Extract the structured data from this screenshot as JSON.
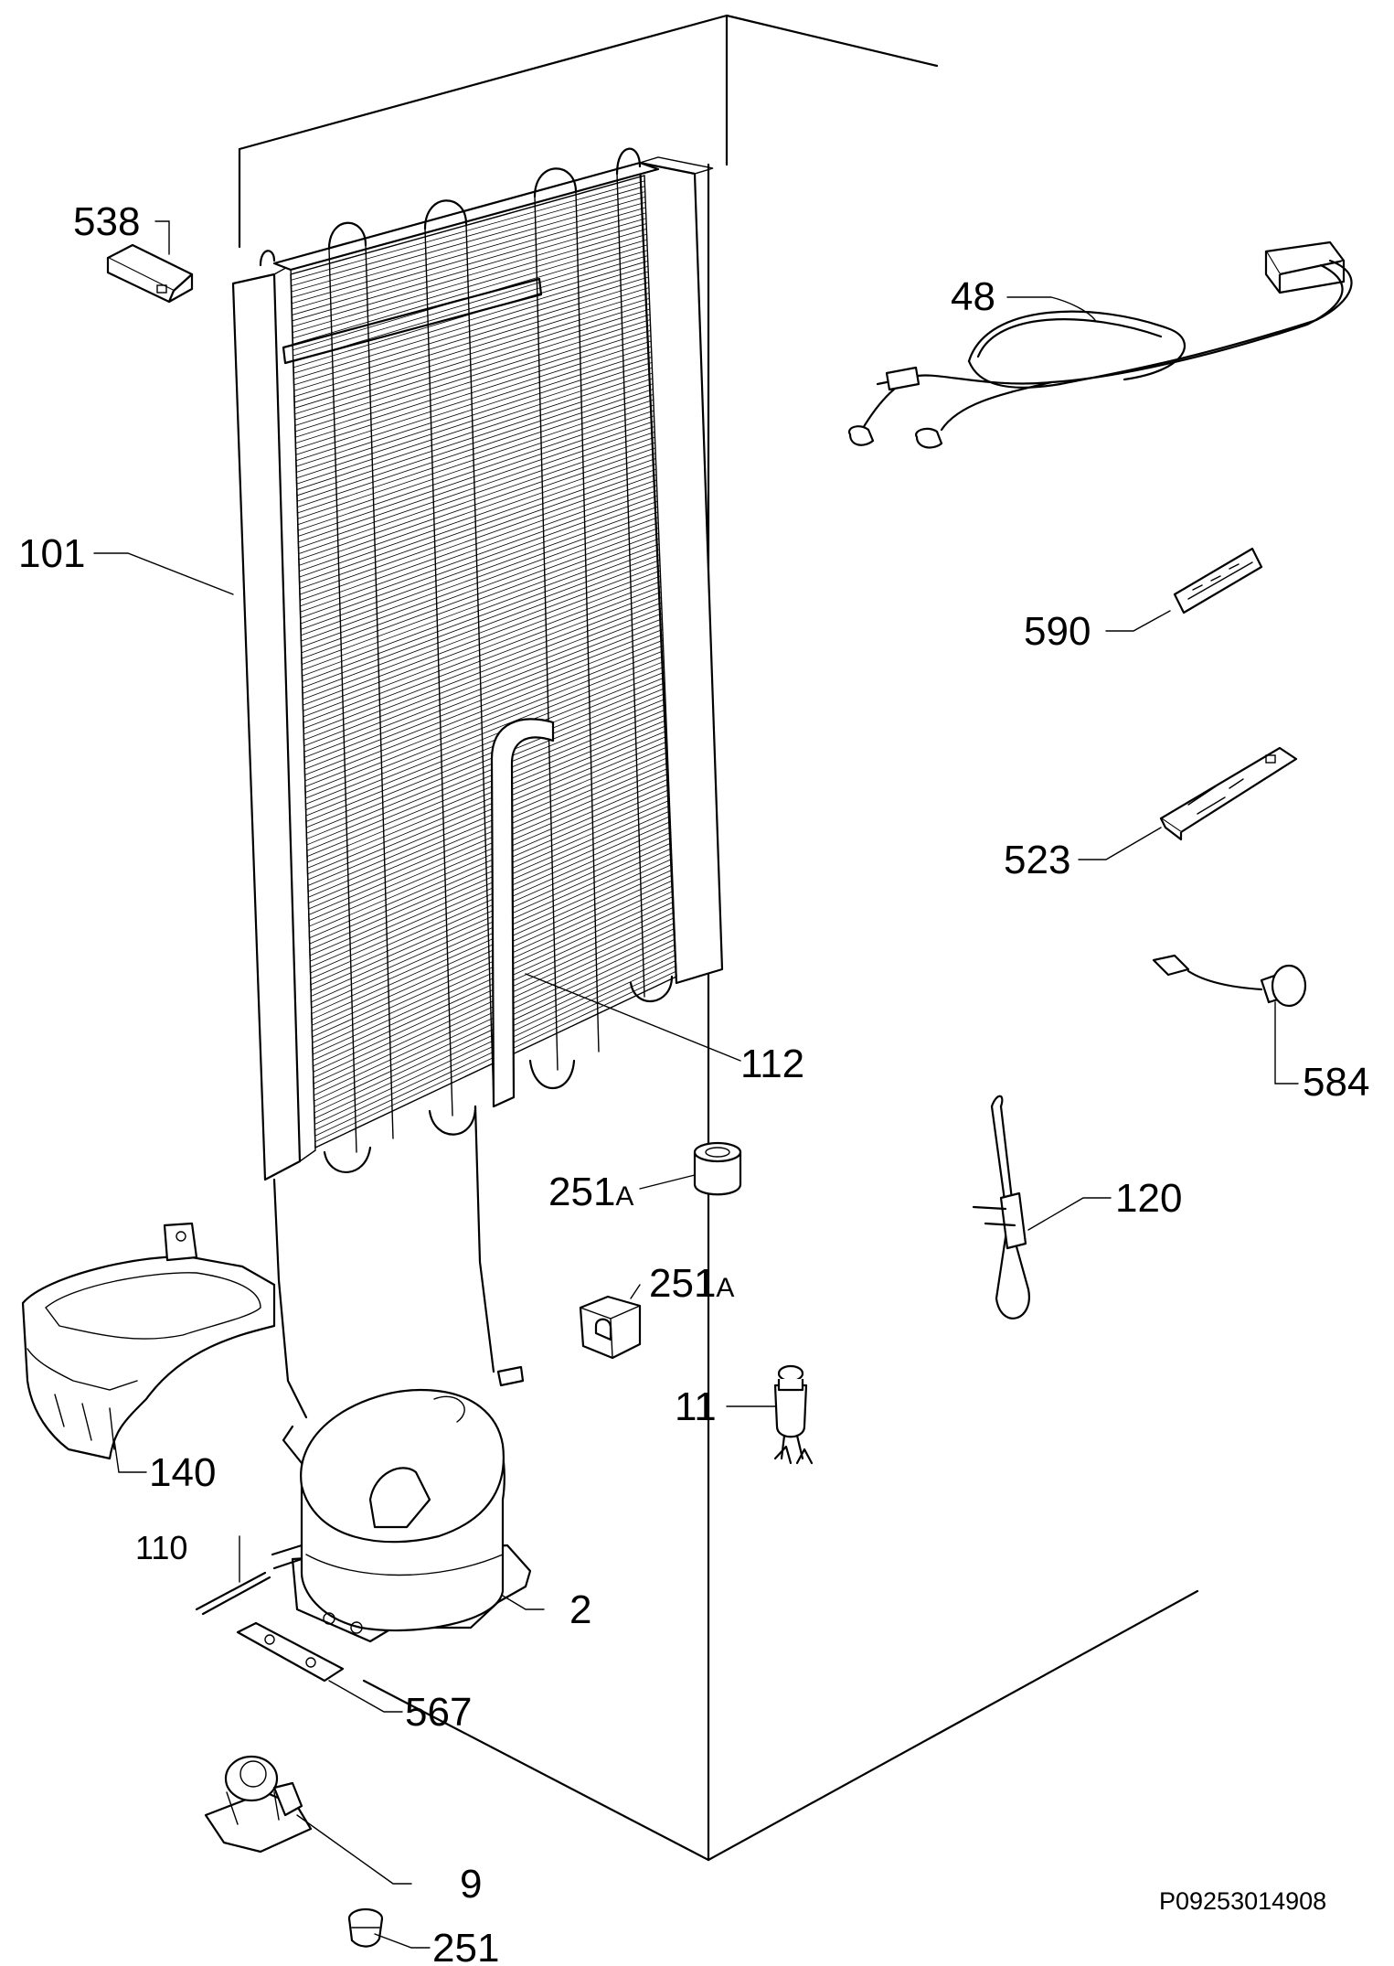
{
  "labels": {
    "p538": "538",
    "p48": "48",
    "p101": "101",
    "p590": "590",
    "p523": "523",
    "p112": "112",
    "p584": "584",
    "p251a_1": "251",
    "p251a_1_suffix": "A",
    "p251a_2": "251",
    "p251a_2_suffix": "A",
    "p120": "120",
    "p11": "11",
    "p140": "140",
    "p110": "110",
    "p2": "2",
    "p567": "567",
    "p9": "9",
    "p251": "251"
  },
  "drawing_code": "P09253014908"
}
